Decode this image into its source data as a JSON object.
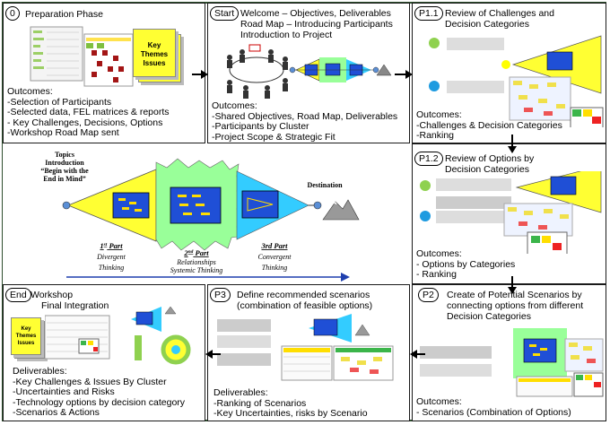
{
  "panels": {
    "p0": {
      "label": "0",
      "title": "Preparation Phase",
      "book_text": [
        "Key",
        "Themes",
        "Issues"
      ],
      "outcomes": [
        "Outcomes:",
        "-Selection of Participants",
        "-Selected data, FEL matrices & reports",
        "- Key Challenges, Decisions, Options",
        "-Workshop Road Map sent"
      ]
    },
    "start": {
      "label": "Start",
      "title_lines": [
        "Welcome – Objectives, Deliverables",
        "Road Map – Introducing Participants",
        "Introduction to Project"
      ],
      "outcomes": [
        "Outcomes:",
        "-Shared Objectives, Road Map, Deliverables",
        "-Participants by Cluster",
        "-Project Scope & Strategic Fit"
      ]
    },
    "p11": {
      "label": "P1.1",
      "title_lines": [
        "Review of Challenges  and",
        "Decision Categories"
      ],
      "outcomes": [
        "Outcomes:",
        "-Challenges & Decision Categories",
        "-Ranking"
      ]
    },
    "p12": {
      "label": "P1.2",
      "title_lines": [
        "Review of Options by",
        "Decision Categories"
      ],
      "outcomes": [
        "Outcomes:",
        "- Options by Categories",
        "- Ranking"
      ]
    },
    "p2": {
      "label": "P2",
      "title_lines": [
        "Create of Potential Scenarios by",
        "connecting options from different",
        "Decision Categories"
      ],
      "outcomes": [
        "Outcomes:",
        "-    Scenarios (Combination of Options)"
      ]
    },
    "p3": {
      "label": "P3",
      "title_lines": [
        "Define recommended  scenarios",
        "(combination of feasible options)"
      ],
      "outcomes": [
        "Deliverables:",
        "-Ranking of Scenarios",
        "-Key Uncertainties, risks by Scenario"
      ]
    },
    "end": {
      "label": "End",
      "title_lines": [
        "Workshop",
        "Final Integration"
      ],
      "book_text": [
        "Key",
        "Themes",
        "Issues"
      ],
      "outcomes": [
        "Deliverables:",
        "-Key Challenges & Issues By Cluster",
        "-Uncertainties and Risks",
        "-Technology options by decision category",
        "-Scenarios & Actions"
      ]
    }
  },
  "roadmap": {
    "topics_lines": [
      "Topics",
      "Introduction",
      "“Begin with the",
      "End in Mind”"
    ],
    "destination": "Destination",
    "parts": [
      {
        "num": "1",
        "sup": "st",
        "word": " Part",
        "lines": [
          "Divergent",
          "Thinking"
        ]
      },
      {
        "num": "2",
        "sup": "nd",
        "word": " Part",
        "lines": [
          "Relationships",
          "Systemic Thinking"
        ]
      },
      {
        "num": "3rd",
        "sup": "",
        "word": " Part",
        "lines": [
          "Convergent",
          "Thinking"
        ]
      }
    ]
  },
  "colors": {
    "yellow": "#ffff33",
    "green": "#99ff99",
    "cyan": "#33ccff",
    "blue_panel": "#1f4fd6",
    "arrow_blue": "#1f3fae",
    "frame": "#2f4f2f"
  }
}
